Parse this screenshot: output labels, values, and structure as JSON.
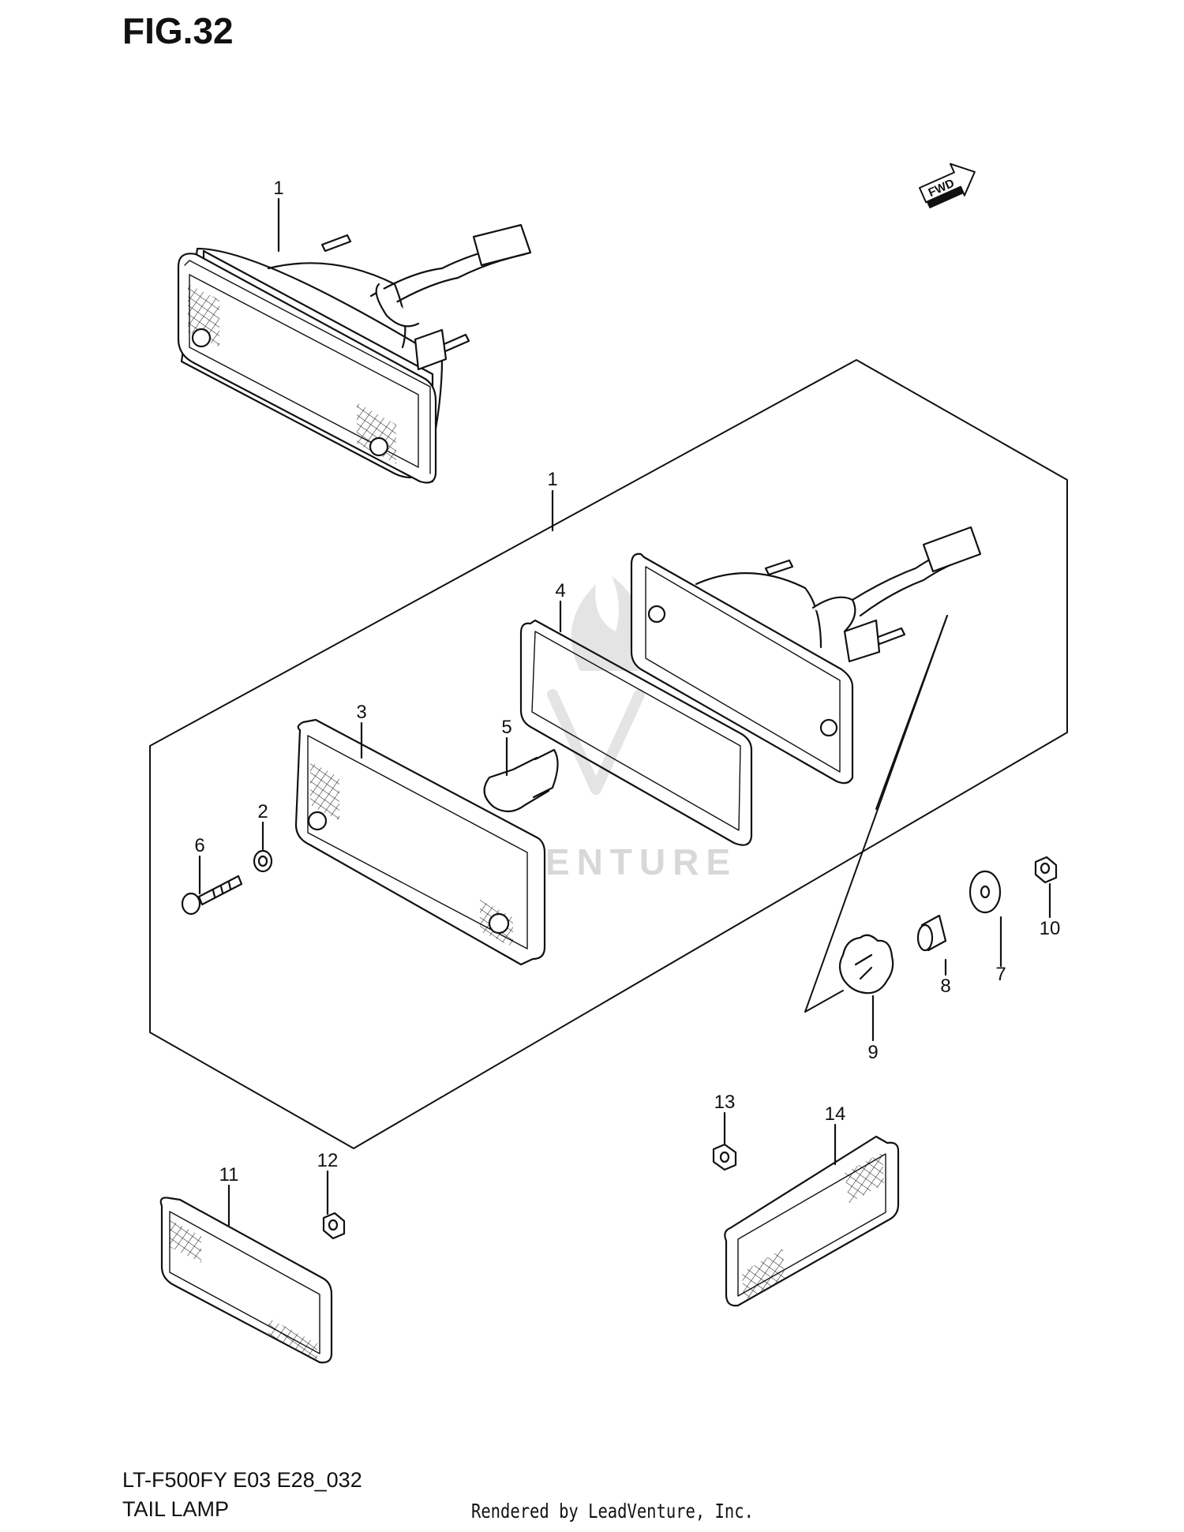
{
  "figure": {
    "title": "FIG.32",
    "fwd_label": "FWD",
    "watermark": "LEADVENTURE"
  },
  "callouts": {
    "c1a": "1",
    "c1b": "1",
    "c2": "2",
    "c3": "3",
    "c4": "4",
    "c5": "5",
    "c6": "6",
    "c7": "7",
    "c8": "8",
    "c9": "9",
    "c10": "10",
    "c11": "11",
    "c12": "12",
    "c13": "13",
    "c14": "14"
  },
  "footer": {
    "model_code": "LT-F500FY E03 E28_032",
    "diagram_name": "TAIL LAMP",
    "credit": "Rendered by LeadVenture, Inc."
  },
  "colors": {
    "line": "#111111",
    "watermark": "#d8d8d8",
    "background": "#ffffff"
  }
}
